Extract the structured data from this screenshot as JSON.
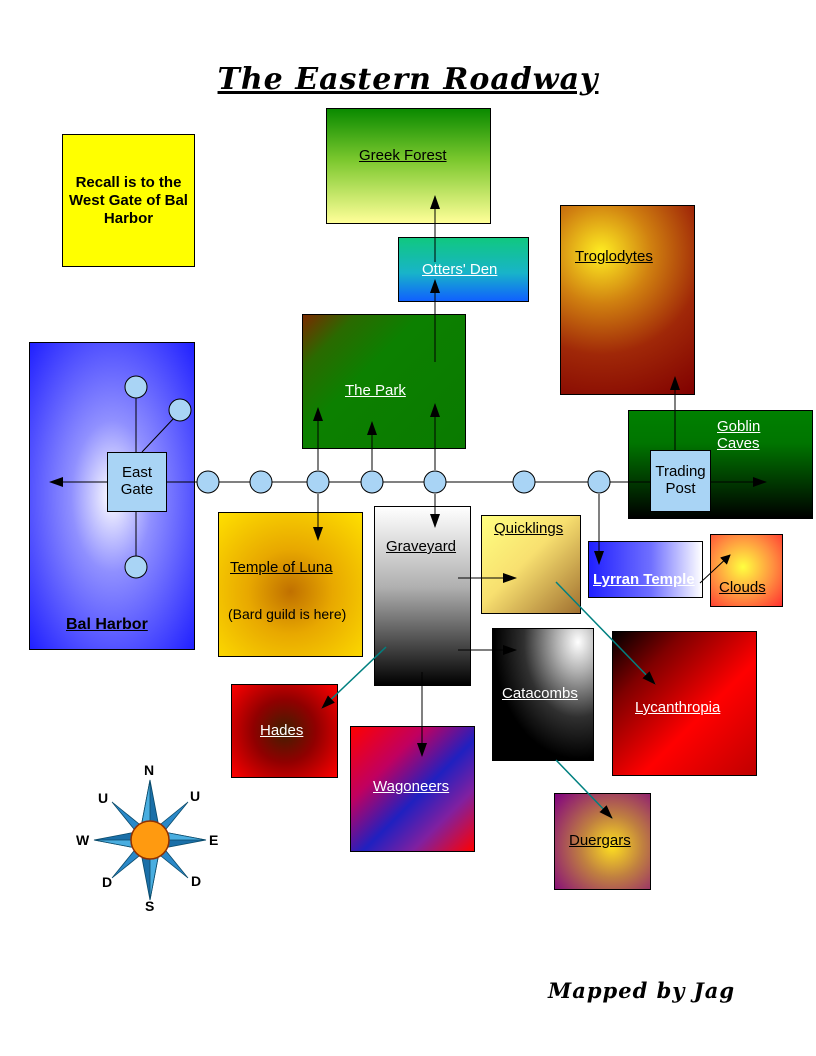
{
  "title": "The Eastern Roadway",
  "credit": "Mapped by Jag",
  "recall_note": "Recall is to the West Gate of Bal Harbor",
  "areas": {
    "bal_harbor": "Bal Harbor",
    "east_gate": "East Gate",
    "greek_forest": "Greek Forest",
    "otters_den": "Otters' Den",
    "the_park": "The Park",
    "troglodytes": "Troglodytes",
    "goblin_caves": "Goblin Caves",
    "trading_post": "Trading Post",
    "temple_of_luna": "Temple of Luna",
    "temple_note": "(Bard guild is here)",
    "graveyard": "Graveyard",
    "quicklings": "Quicklings",
    "lyrran_temple": "Lyrran Temple",
    "clouds": "Clouds",
    "hades": "Hades",
    "wagoneers": "Wagoneers",
    "catacombs": "Catacombs",
    "lycanthropia": "Lycanthropia",
    "duergars": "Duergars"
  },
  "compass": {
    "n": "N",
    "s": "S",
    "e": "E",
    "w": "W",
    "u_left": "U",
    "u_right": "U",
    "d_left": "D",
    "d_right": "D"
  },
  "colors": {
    "room_node": "#a9d4f5",
    "link_teal": "#008080",
    "note_yellow": "#ffff00"
  }
}
